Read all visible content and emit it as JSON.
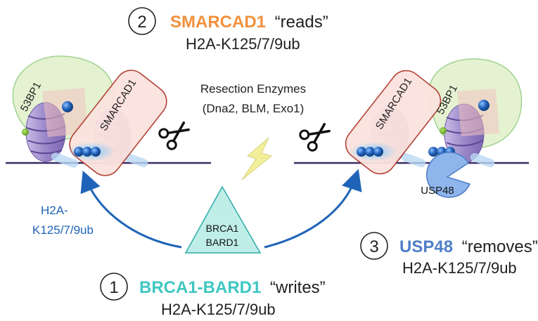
{
  "steps": {
    "reads": {
      "number": "2",
      "protein": "SMARCAD1",
      "verb": "“reads”",
      "target": "H2A-K125/7/9ub"
    },
    "writes": {
      "number": "1",
      "protein": "BRCA1-BARD1",
      "verb": "“writes”",
      "target": "H2A-K125/7/9ub"
    },
    "removes": {
      "number": "3",
      "protein": "USP48",
      "verb": "“removes”",
      "target": "H2A-K125/7/9ub"
    }
  },
  "resection": {
    "line1": "Resection Enzymes",
    "line2": "(Dna2, BLM, Exo1)"
  },
  "left_arrow_label": {
    "line1": "H2A-",
    "line2": "K125/7/9ub"
  },
  "labels": {
    "bp53_left": "53BP1",
    "smarcad1_left": "SMARCAD1",
    "smarcad1_right": "SMARCAD1",
    "bp53_right": "53BP1",
    "usp48": "USP48",
    "brca1": "BRCA1",
    "bard1": "BARD1"
  },
  "colors": {
    "smarcad1": "#f0913e",
    "brca1_bard1": "#3fc7c2",
    "usp48": "#4f7fc8",
    "arrow": "#1f64b8",
    "dna": "#3a2a66",
    "nucleosome": "#9a86c8",
    "bp53_fill": "#e3f2d0",
    "smarcad1_fill": "#fbe3de",
    "ubiquitin": "#1f5fb8",
    "usp48_fill": "#8fb6ec",
    "triangle_fill": "#bfeee8",
    "bolt": "#f2ef9a"
  },
  "icons": [
    "scissors-icon",
    "lightning-bolt-icon"
  ]
}
